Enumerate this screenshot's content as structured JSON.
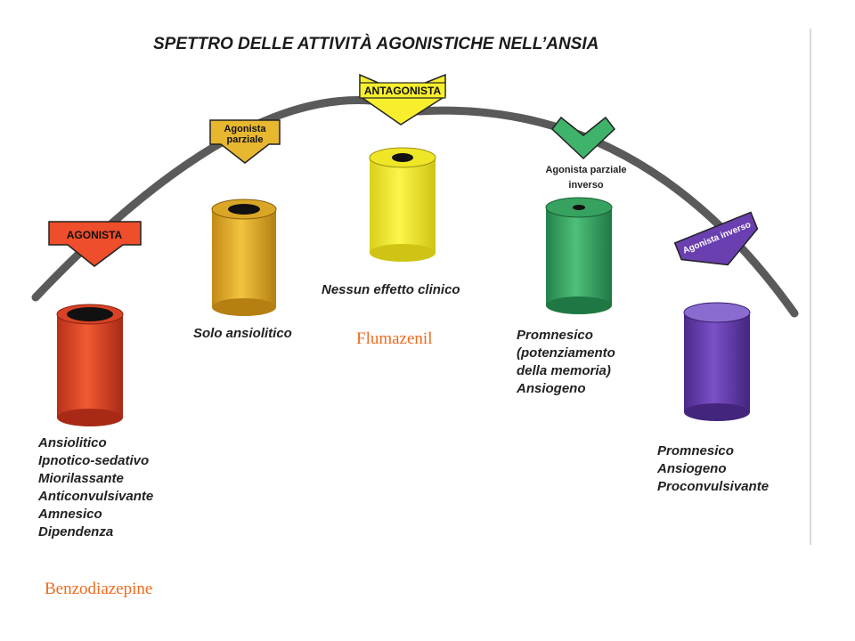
{
  "title": "SPETTRO DELLE ATTIVITÀ AGONISTICHE NELL’ANSIA",
  "colors": {
    "agonista": "#ee4e2b",
    "agonista_parziale": "#e8b730",
    "antagonista": "#f7ef2e",
    "agonista_parziale_inverso": "#3fb36a",
    "agonista_inverso": "#6a3fb0",
    "arc": "#555555",
    "drug_labels": "#ef6a1f"
  },
  "badges": {
    "agonista": "AGONISTA",
    "agonista_parziale": [
      "Agonista",
      "parziale"
    ],
    "antagonista": "ANTAGONISTA",
    "agonista_parziale_inverso": [
      "Agonista parziale",
      "inverso"
    ],
    "agonista_inverso": "Agonista inverso"
  },
  "effects": {
    "agonista": [
      "Ansiolitico",
      "Ipnotico-sedativo",
      "Miorilassante",
      "Anticonvulsivante",
      "Amnesico",
      "Dipendenza"
    ],
    "agonista_parziale": [
      "Solo ansiolitico"
    ],
    "antagonista": [
      "Nessun effetto clinico"
    ],
    "agonista_parziale_inverso": [
      "Promnesico",
      "(potenziamento",
      "della memoria)",
      "Ansiogeno"
    ],
    "agonista_inverso": [
      "Promnesico",
      "Ansiogeno",
      "Proconvulsivante"
    ]
  },
  "drugs": {
    "flumazenil": "Flumazenil",
    "benzodiazepine": "Benzodiazepine"
  }
}
